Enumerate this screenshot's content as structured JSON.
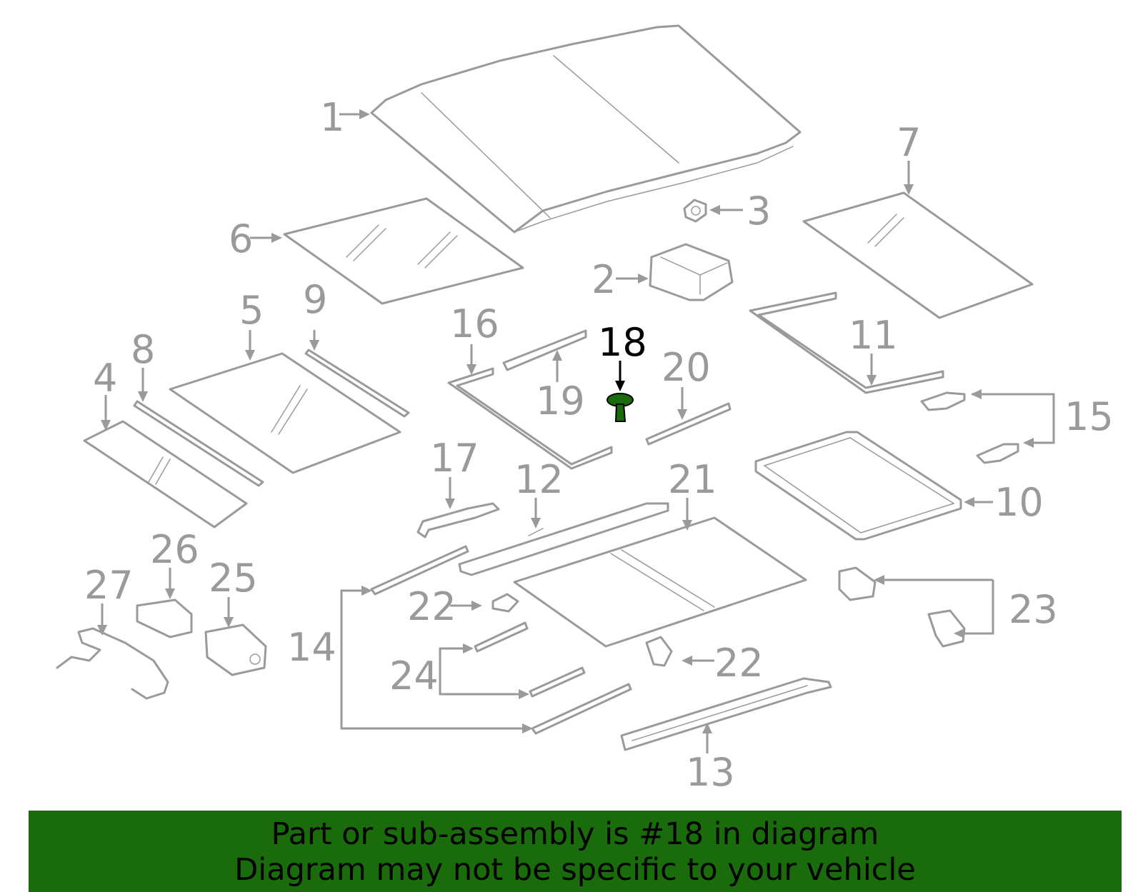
{
  "callouts": [
    "1",
    "2",
    "3",
    "4",
    "5",
    "6",
    "7",
    "8",
    "9",
    "10",
    "11",
    "12",
    "13",
    "14",
    "15",
    "16",
    "17",
    "18",
    "19",
    "20",
    "21",
    "22",
    "22",
    "23",
    "24",
    "25",
    "26",
    "27"
  ],
  "highlighted_part": "18",
  "banner": {
    "line1": "Part or sub-assembly is #18 in diagram",
    "line2": "Diagram may not be specific to your vehicle"
  },
  "colors": {
    "line_art": "#9a9a9a",
    "highlight_fill": "#1a6b0c",
    "banner_background": "#1a6b0c",
    "banner_text": "#000000"
  }
}
